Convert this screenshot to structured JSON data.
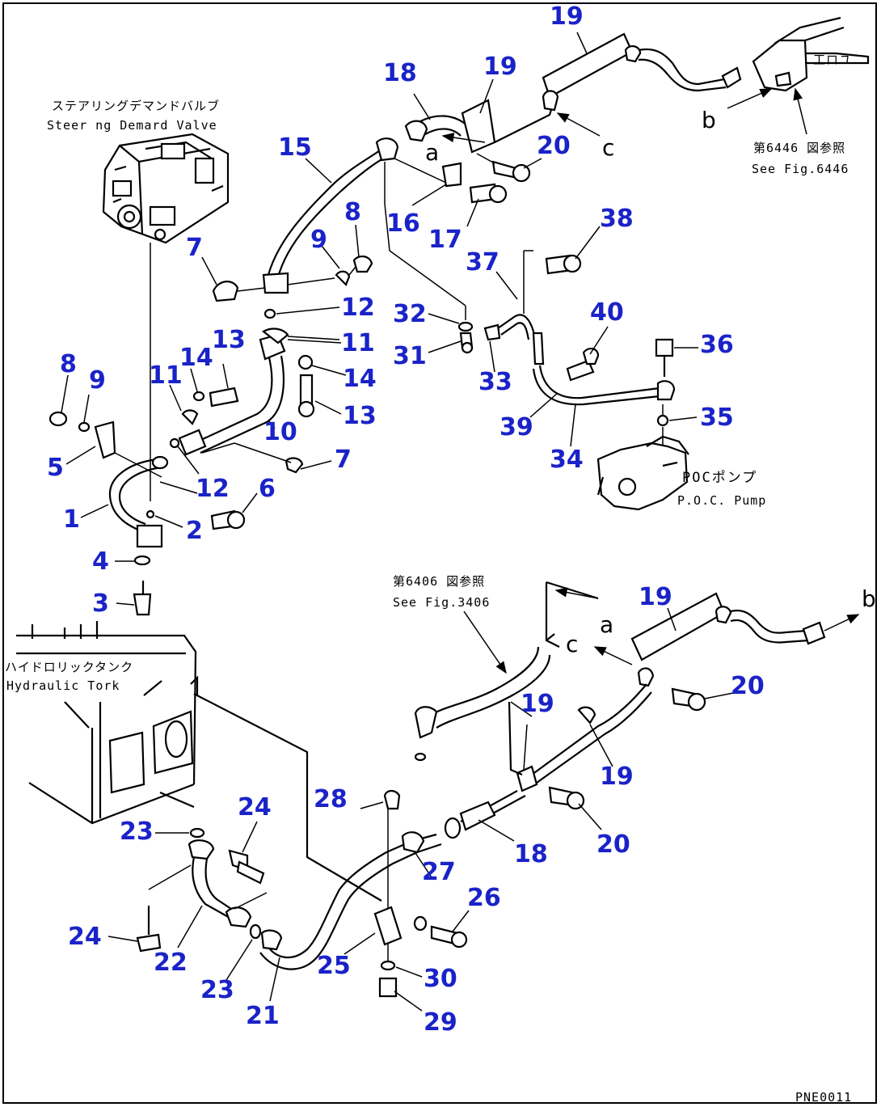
{
  "labels": {
    "steering_valve_jp": "ステアリングデマンドバルブ",
    "steering_valve_en": "Steer ng Demard Valve",
    "see_6446_jp": "第6446 図参照",
    "see_6446_en": "See Fig.6446",
    "poc_pump_jp": "POCポンプ",
    "poc_pump_en": "P.O.C. Pump",
    "see_6406_jp": "第6406 図参照",
    "see_6406_en": "See Fig.3406",
    "hydraulic_tank_jp": "ハイドロリックタンク",
    "hydraulic_tank_en": "Hydraulic Tork",
    "drawing_code": "PNE0011"
  },
  "letters": {
    "a": "a",
    "b": "b",
    "c": "c"
  },
  "callouts": {
    "c19a": "19",
    "c18a": "18",
    "c19b": "19",
    "c20a": "20",
    "c15": "15",
    "c16": "16",
    "c17": "17",
    "c8a": "8",
    "c9a": "9",
    "c7a": "7",
    "c12a": "12",
    "c11a": "11",
    "c14a": "14",
    "c13a": "13",
    "c8b": "8",
    "c9b": "9",
    "c11b": "11",
    "c14b": "14",
    "c13b": "13",
    "c10": "10",
    "c7b": "7",
    "c5": "5",
    "c12b": "12",
    "c6": "6",
    "c1": "1",
    "c2": "2",
    "c4": "4",
    "c3": "3",
    "c38": "38",
    "c37": "37",
    "c32": "32",
    "c31": "31",
    "c33": "33",
    "c40": "40",
    "c36": "36",
    "c39": "39",
    "c34": "34",
    "c35": "35",
    "c19c": "19",
    "c20b": "20",
    "c19d": "19",
    "c19e": "19",
    "c20c": "20",
    "c28": "28",
    "c18b": "18",
    "c27": "27",
    "c26": "26",
    "c24a": "24",
    "c23a": "23",
    "c24b": "24",
    "c22": "22",
    "c23b": "23",
    "c21": "21",
    "c25": "25",
    "c30": "30",
    "c29": "29"
  }
}
